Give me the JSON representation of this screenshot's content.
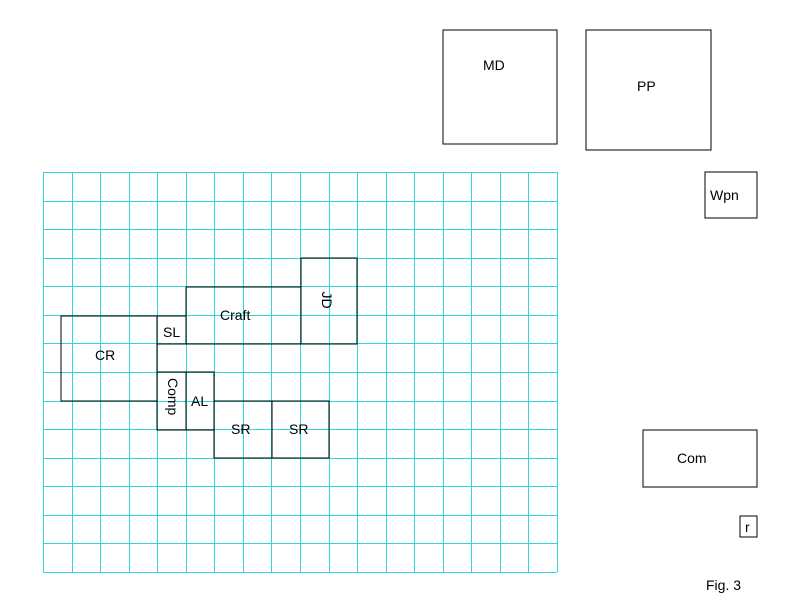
{
  "colors": {
    "grid": "#33d6d6",
    "box_border": "#000000",
    "background": "#ffffff"
  },
  "labels": {
    "md": "MD",
    "pp": "PP",
    "wpn": "Wpn",
    "com": "Com",
    "r": "r",
    "cr": "CR",
    "sl": "SL",
    "craft": "Craft",
    "jd": "JD",
    "comp": "Comp",
    "al": "AL",
    "sr_left": "SR",
    "sr_right": "SR"
  },
  "caption": "Fig. 3"
}
